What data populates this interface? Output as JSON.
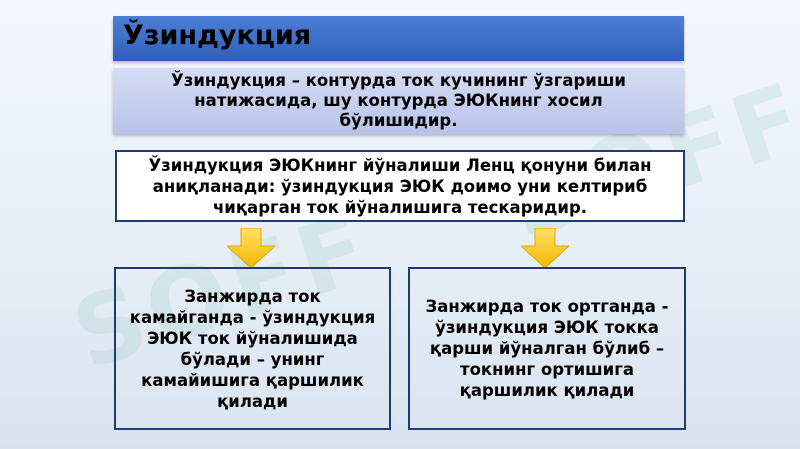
{
  "watermark": {
    "text": "SOFF"
  },
  "title": "Ўзиндукция",
  "definition": "Ўзиндукция – контурда ток кучининг ўзгариши натижасида, шу контурда ЭЮКнинг хосил бўлишидир.",
  "lenz_rule": "Ўзиндукция ЭЮКнинг йўналиши Ленц қонуни билан аниқланади:  ўзиндукция ЭЮК доимо уни келтириб чиқарган ток йўналишига тескаридир.",
  "cases": {
    "decrease": "Занжирда ток камайганда - ўзиндукция ЭЮК ток йўналишида бўлади – унинг камайишига қаршилик қилади",
    "increase": "Занжирда ток ортганда - ўзиндукция ЭЮК токка қарши йўналган бўлиб – токнинг ортишига қаршилик қилади"
  },
  "colors": {
    "title_bar": "#2f5fb8",
    "definition_box": "#c3cbee",
    "border": "#1f3c72",
    "arrow": "#f5c400"
  }
}
